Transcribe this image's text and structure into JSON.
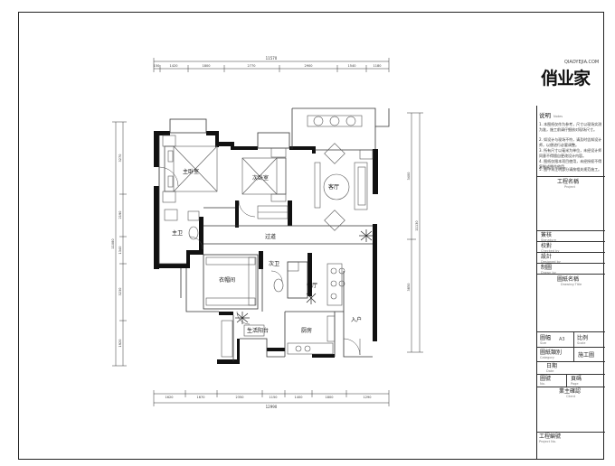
{
  "logo": {
    "brand": "俏业家",
    "url": "QIAOYEJIA.COM"
  },
  "rooms": {
    "master_bedroom": "主卧室",
    "second_bedroom": "次卧室",
    "living_room": "客厅",
    "master_bath": "主卫",
    "corridor": "过道",
    "walk_in_closet": "衣帽间",
    "second_bath": "次卫",
    "dining": "餐厅",
    "utility_balcony": "生活阳台",
    "kitchen": "厨房",
    "entrance": "入户"
  },
  "dimensions": {
    "top_total": "11570",
    "top_segments": [
      "150",
      "1420",
      "1800",
      "2770",
      "2900",
      "1540",
      "1180"
    ],
    "bottom_segments": [
      "1620",
      "1670",
      "2350",
      "1150",
      "1400",
      "1800",
      "1290"
    ],
    "bottom_total": "12990",
    "left_total": "11080",
    "left_segments": [
      "3270",
      "2190",
      "1340",
      "3230",
      "1920"
    ],
    "right_segments": [
      "3400",
      "3850"
    ],
    "right_total": "11130"
  },
  "title_block": {
    "notes_title": "说明",
    "notes_title_en": "Notes",
    "notes": [
      "1. 本图纸仅作为参考，尺寸以现场实测为准，施工前请仔细核对现场尺寸。",
      "2. 如设计与现场不符，请及时告知设计师，以便进行必要调整。",
      "3. 所有尺寸以毫米为单位，未经设计师同意不得擅自更改设计内容。",
      "4. 图纸仅限本项目使用，未经授权不得复制或挪作他用。",
      "5. 图中未注明部分请按相关规范施工。"
    ],
    "project_name_label": "工程名稱",
    "project_name_en": "Project",
    "signature_label": "簽核",
    "signature_en": "Signature",
    "review_label": "校對",
    "review_en": "Checked by",
    "design_label": "設計",
    "design_en": "Designed by",
    "drawing_label": "制圖",
    "drawing_en": "Drawn by",
    "drawing_name_label": "圖紙名稱",
    "drawing_name_en": "Drawing Title",
    "sheet_label": "圖幅",
    "sheet_en": "Size",
    "sheet_value": "A3",
    "scale_label": "比例",
    "scale_en": "Scale",
    "category_label": "圖紙類別",
    "category_en": "Category",
    "category_value": "施工圖",
    "date_label": "日期",
    "date_en": "Date",
    "number_label": "圖號",
    "number_en": "No.",
    "page_label": "頁碼",
    "page_en": "Page",
    "approval_label": "業主確認",
    "approval_en": "Client",
    "project_no_label": "工程編號",
    "project_no_en": "Project No."
  }
}
